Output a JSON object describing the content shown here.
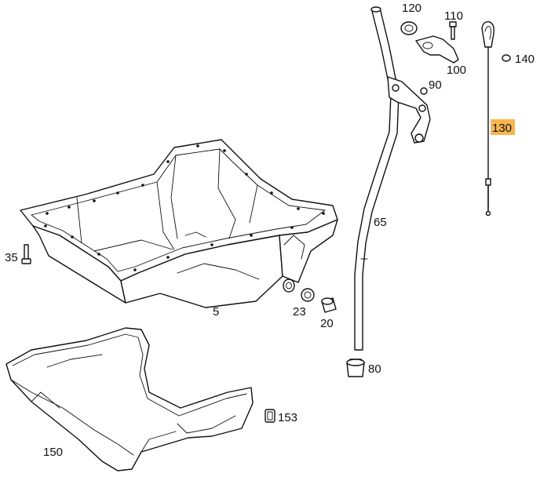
{
  "callouts": {
    "c5": "5",
    "c20": "20",
    "c23": "23",
    "c35": "35",
    "c65": "65",
    "c80": "80",
    "c90": "90",
    "c100": "100",
    "c110": "110",
    "c120": "120",
    "c130": "130",
    "c140": "140",
    "c150": "150",
    "c153": "153"
  },
  "highlight_color": "#f7b54a"
}
